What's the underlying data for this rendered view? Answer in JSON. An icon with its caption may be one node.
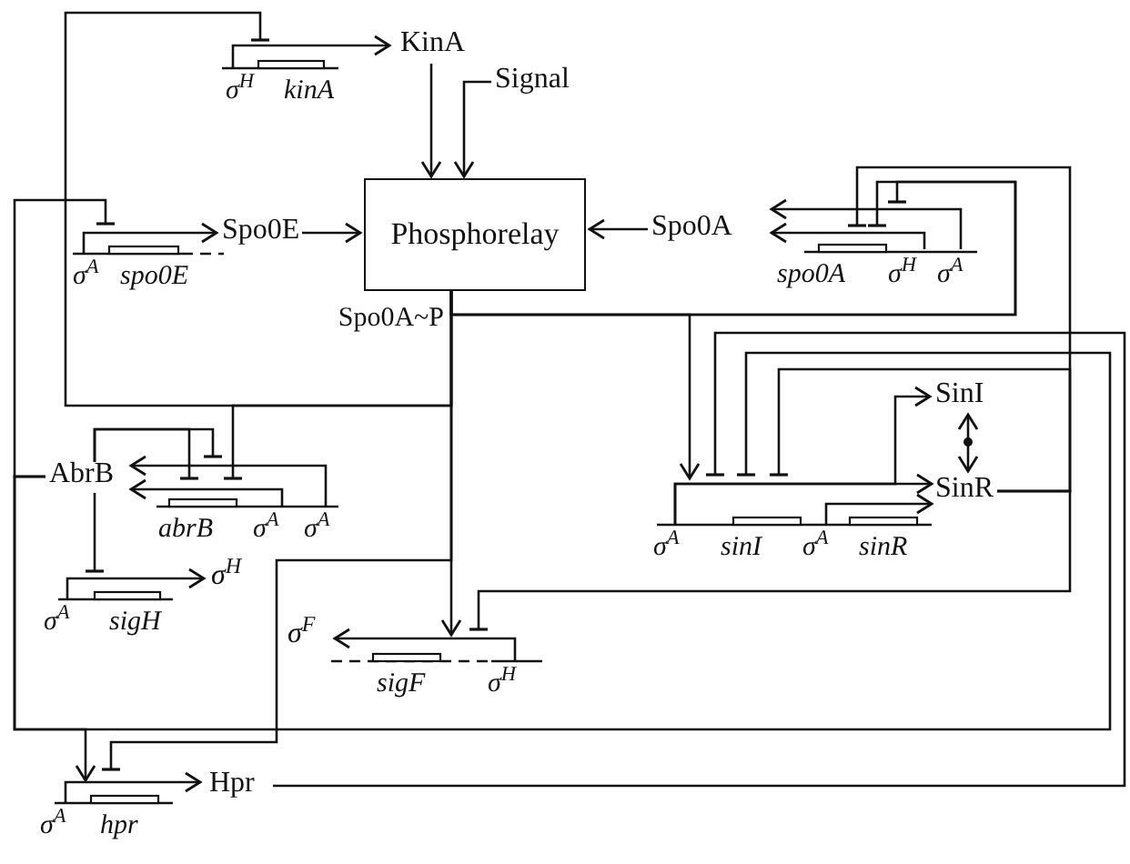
{
  "diagram": {
    "nodes": [
      {
        "text": [
          "σ$^{H}$",
          "kinA"
        ]
      },
      {
        "text": [
          "KinA"
        ]
      },
      {
        "text": [
          "Signal"
        ]
      },
      {
        "text": [
          "Phosphorelay"
        ],
        "beside": [
          "Spo0A~P"
        ]
      },
      {
        "text": [
          "σ$^{A}$",
          "spo0E"
        ]
      },
      {
        "text": [
          "Spo0E"
        ]
      },
      {
        "text": [
          "Spo0A"
        ]
      },
      {
        "text": [
          "spo0A",
          "σ$^{H}$",
          "σ$^{A}$"
        ]
      },
      {
        "text": [
          "AbrB"
        ]
      },
      {
        "text": [
          "abrB",
          "σ$^{A}$",
          "σ$^{A}$"
        ]
      },
      {
        "text": [
          "σ$^{H}$"
        ]
      },
      {
        "text": [
          "σ$^{A}$",
          "sigH"
        ]
      },
      {
        "text": [
          "SinI"
        ]
      },
      {
        "text": [
          "SinR"
        ]
      },
      {
        "text": [
          "σ$^{A}$",
          "sinI",
          "σ$^{A}$",
          "sinR"
        ]
      },
      {
        "text": [
          "σ$^{F}$"
        ]
      },
      {
        "text": [
          "sigF",
          "σ$^{H}$"
        ]
      },
      {
        "text": [
          "Hpr"
        ]
      },
      {
        "text": [
          "σ$^{A}$",
          "hpr"
        ]
      }
    ],
    "edges": [
      {
        "from": 0,
        "to": 1,
        "arrow": "to"
      },
      {
        "from": 1,
        "to": 3,
        "arrow": "to"
      },
      {
        "from": 2,
        "to": 3,
        "arrow": "to"
      },
      {
        "from": 4,
        "to": 5,
        "arrow": "to"
      },
      {
        "from": 5,
        "to": 3,
        "arrow": "to"
      },
      {
        "from": 6,
        "to": 3,
        "arrow": "to"
      },
      {
        "from": 7,
        "to": 6,
        "arrow": "to"
      },
      {
        "from": 7,
        "to": 6,
        "arrow": "to"
      },
      {
        "from": 3,
        "to": 0,
        "arrow": "other"
      },
      {
        "from": 3,
        "to": 9,
        "arrow": "other"
      },
      {
        "from": 3,
        "to": 7,
        "arrow": "other"
      },
      {
        "from": 3,
        "to": 7,
        "arrow": "other"
      },
      {
        "from": 3,
        "to": 14,
        "arrow": "to"
      },
      {
        "from": 3,
        "to": 16,
        "arrow": "to"
      },
      {
        "from": 3,
        "to": 18,
        "arrow": "other"
      },
      {
        "from": 8,
        "to": 4,
        "arrow": "other"
      },
      {
        "from": 8,
        "to": 9,
        "arrow": "other"
      },
      {
        "from": 8,
        "to": 9,
        "arrow": "other"
      },
      {
        "from": 8,
        "to": 11,
        "arrow": "other"
      },
      {
        "from": 8,
        "to": 14,
        "arrow": "other"
      },
      {
        "from": 8,
        "to": 18,
        "arrow": "to"
      },
      {
        "from": 9,
        "to": 8,
        "arrow": "to"
      },
      {
        "from": 9,
        "to": 8,
        "arrow": "to"
      },
      {
        "from": 11,
        "to": 10,
        "arrow": "to"
      },
      {
        "from": 14,
        "to": 12,
        "arrow": "to"
      },
      {
        "from": 14,
        "to": 13,
        "arrow": "to"
      },
      {
        "from": 14,
        "to": 13,
        "arrow": "to"
      },
      {
        "from": 12,
        "to": 13,
        "arrow": "both"
      },
      {
        "from": 13,
        "to": 7,
        "arrow": "other"
      },
      {
        "from": 13,
        "to": 14,
        "arrow": "other"
      },
      {
        "from": 13,
        "to": 16,
        "arrow": "other"
      },
      {
        "from": 16,
        "to": 15,
        "arrow": "to"
      },
      {
        "from": 17,
        "to": 14,
        "arrow": "other"
      },
      {
        "from": 18,
        "to": 17,
        "arrow": "to"
      }
    ]
  }
}
